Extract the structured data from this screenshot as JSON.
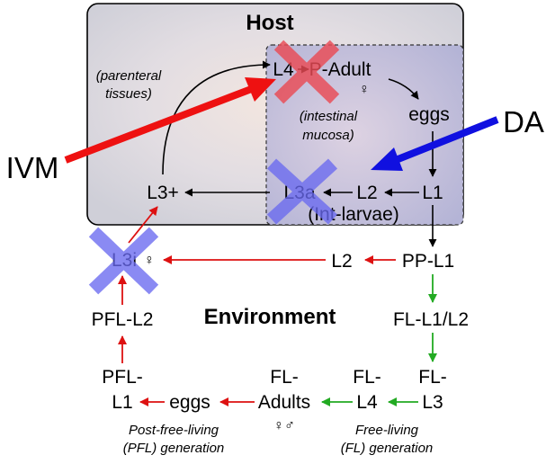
{
  "host": {
    "title": "Host",
    "parenteral": [
      "(parenteral",
      "tissues)"
    ],
    "intestinal": [
      "(intestinal",
      "mucosa)"
    ],
    "int_larvae": "(Int-larvae)"
  },
  "environment": {
    "title": "Environment"
  },
  "host_stages": {
    "l4": "L4",
    "p_adult": "P-Adult",
    "female": "♀",
    "eggs": "eggs",
    "l1": "L1",
    "l2": "L2",
    "l3a": "L3a",
    "l3plus": "L3+"
  },
  "env_stages": {
    "pp_l1": "PP-L1",
    "l2": "L2",
    "l3i": "L3i",
    "l3i_female": "♀",
    "fl_l1_l2": "FL-L1/L2",
    "fl_l3": [
      "FL-",
      "L3"
    ],
    "fl_l4": [
      "FL-",
      "L4"
    ],
    "fl_adults": [
      "FL-",
      "Adults"
    ],
    "fl_adults_sex": "♀♂",
    "eggs": "eggs",
    "pfl_l1": [
      "PFL-",
      "L1"
    ],
    "pfl_l2": "PFL-L2"
  },
  "generations": {
    "pfl": [
      "Post-free-living",
      "(PFL) generation"
    ],
    "fl": [
      "Free-living",
      "(FL) generation"
    ]
  },
  "drugs": {
    "ivm": "IVM",
    "da": "DA"
  },
  "colors": {
    "ivm": "#ee1111",
    "da": "#1010e0",
    "pfl_arrow": "#dd1111",
    "fl_arrow": "#22aa22",
    "cross_red": "#ea4b55",
    "cross_blue": "#6a6af0",
    "host_box": "#d8d8e0",
    "intestine_box": "#b8b8d8"
  },
  "icons": [
    "block-cross-icon",
    "arrow-icon"
  ]
}
